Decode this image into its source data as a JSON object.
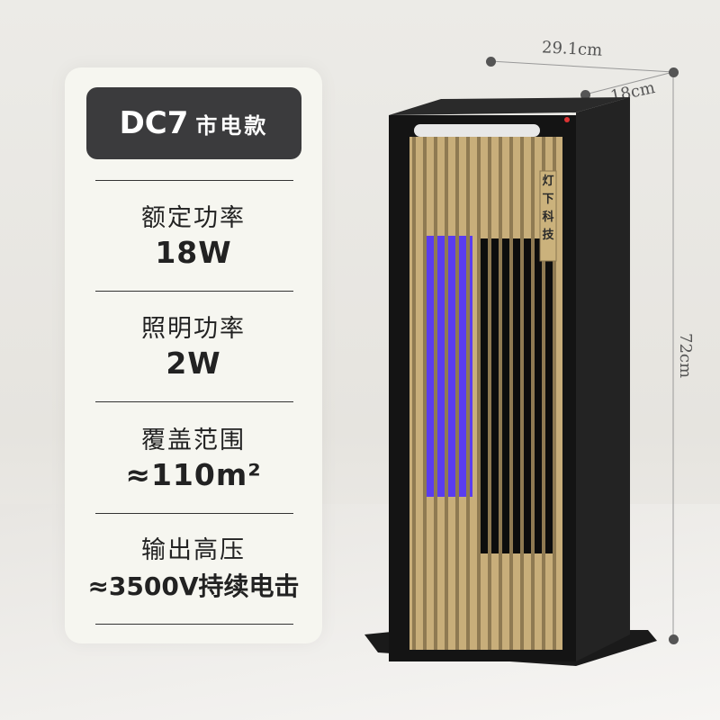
{
  "header": {
    "model": "DC7",
    "variant": "市电款"
  },
  "specs": [
    {
      "label": "额定功率",
      "value": "18W"
    },
    {
      "label": "照明功率",
      "value": "2W"
    },
    {
      "label": "覆盖范围",
      "value": "≈110m²"
    },
    {
      "label": "输出高压",
      "value": "≈3500V持续电击"
    }
  ],
  "dimensions": {
    "width": "29.1cm",
    "depth": "18cm",
    "height": "72cm"
  },
  "device": {
    "brand": "灯下科技"
  }
}
